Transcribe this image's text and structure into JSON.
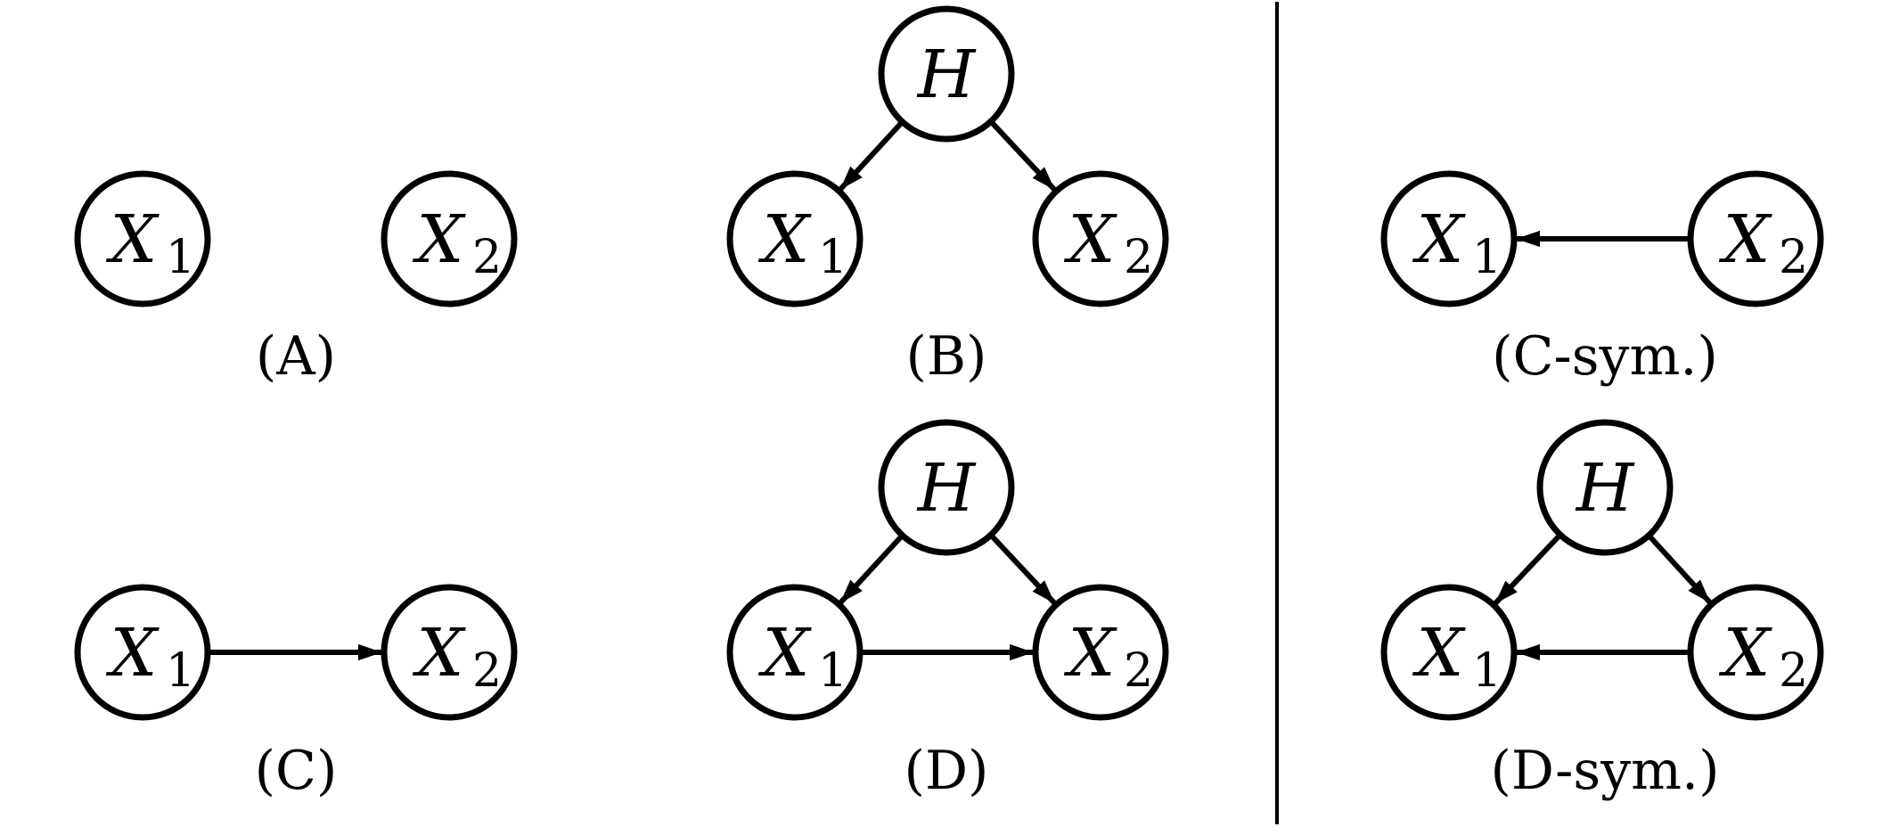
{
  "diagrams": [
    {
      "id": "A",
      "caption": "(A)",
      "nodes": [
        {
          "id": "X1",
          "letter": "X",
          "sub": "1"
        },
        {
          "id": "X2",
          "letter": "X",
          "sub": "2"
        }
      ],
      "edges": []
    },
    {
      "id": "B",
      "caption": "(B)",
      "nodes": [
        {
          "id": "H",
          "letter": "H",
          "sub": ""
        },
        {
          "id": "X1",
          "letter": "X",
          "sub": "1"
        },
        {
          "id": "X2",
          "letter": "X",
          "sub": "2"
        }
      ],
      "edges": [
        {
          "from": "H",
          "to": "X1"
        },
        {
          "from": "H",
          "to": "X2"
        }
      ]
    },
    {
      "id": "C-sym",
      "caption": "(C-sym.)",
      "nodes": [
        {
          "id": "X1",
          "letter": "X",
          "sub": "1"
        },
        {
          "id": "X2",
          "letter": "X",
          "sub": "2"
        }
      ],
      "edges": [
        {
          "from": "X2",
          "to": "X1"
        }
      ]
    },
    {
      "id": "C",
      "caption": "(C)",
      "nodes": [
        {
          "id": "X1",
          "letter": "X",
          "sub": "1"
        },
        {
          "id": "X2",
          "letter": "X",
          "sub": "2"
        }
      ],
      "edges": [
        {
          "from": "X1",
          "to": "X2"
        }
      ]
    },
    {
      "id": "D",
      "caption": "(D)",
      "nodes": [
        {
          "id": "H",
          "letter": "H",
          "sub": ""
        },
        {
          "id": "X1",
          "letter": "X",
          "sub": "1"
        },
        {
          "id": "X2",
          "letter": "X",
          "sub": "2"
        }
      ],
      "edges": [
        {
          "from": "H",
          "to": "X1"
        },
        {
          "from": "H",
          "to": "X2"
        },
        {
          "from": "X1",
          "to": "X2"
        }
      ]
    },
    {
      "id": "D-sym",
      "caption": "(D-sym.)",
      "nodes": [
        {
          "id": "H",
          "letter": "H",
          "sub": ""
        },
        {
          "id": "X1",
          "letter": "X",
          "sub": "1"
        },
        {
          "id": "X2",
          "letter": "X",
          "sub": "2"
        }
      ],
      "edges": [
        {
          "from": "H",
          "to": "X1"
        },
        {
          "from": "H",
          "to": "X2"
        },
        {
          "from": "X2",
          "to": "X1"
        }
      ]
    }
  ]
}
